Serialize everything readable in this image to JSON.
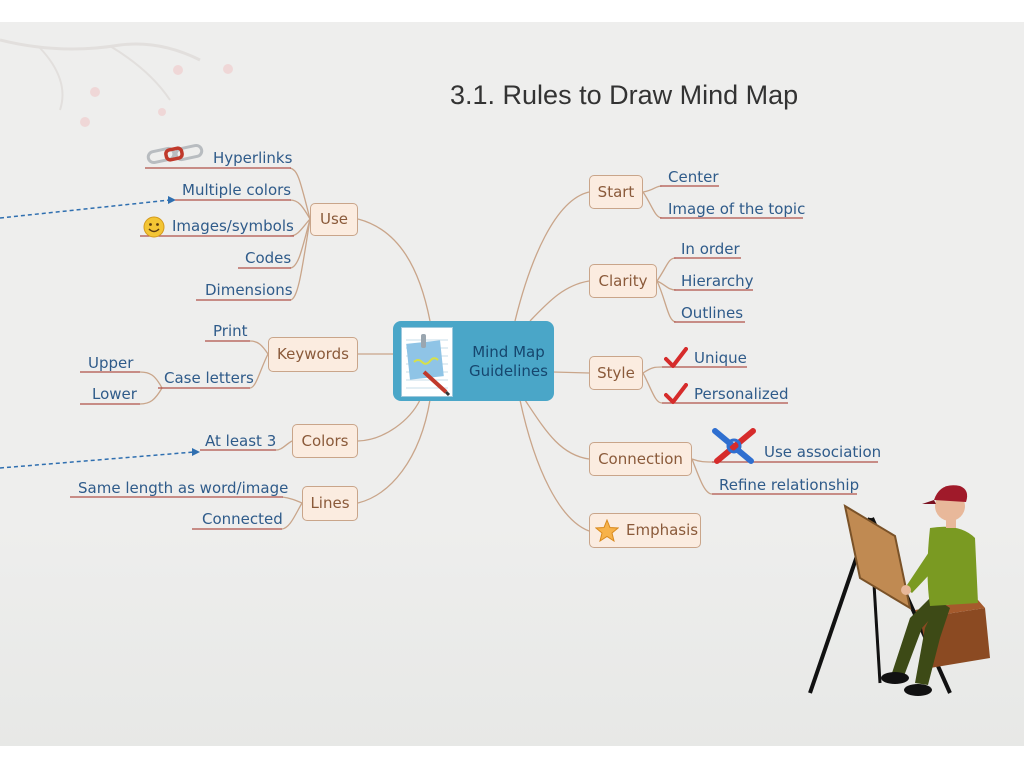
{
  "title": "3.1. Rules to Draw Mind Map",
  "central": {
    "line1": "Mind Map",
    "line2": "Guidelines"
  },
  "left": {
    "use": {
      "label": "Use",
      "items": [
        "Hyperlinks",
        "Multiple colors",
        "Images/symbols",
        "Codes",
        "Dimensions"
      ]
    },
    "keywords": {
      "label": "Keywords",
      "print": "Print",
      "case": "Case letters",
      "case_items": [
        "Upper",
        "Lower"
      ]
    },
    "colors": {
      "label": "Colors",
      "items": [
        "At least 3"
      ]
    },
    "lines": {
      "label": "Lines",
      "items": [
        "Same length as word/image",
        "Connected"
      ]
    }
  },
  "right": {
    "start": {
      "label": "Start",
      "items": [
        "Center",
        "Image of the topic"
      ]
    },
    "clarity": {
      "label": "Clarity",
      "items": [
        "In order",
        "Hierarchy",
        "Outlines"
      ]
    },
    "style": {
      "label": "Style",
      "items": [
        "Unique",
        "Personalized"
      ]
    },
    "connection": {
      "label": "Connection",
      "items": [
        "Use association",
        "Refine relationship"
      ]
    },
    "emphasis": {
      "label": "Emphasis"
    }
  },
  "colors": {
    "branch": "#c9a58a",
    "underline": "#b0524a",
    "leaf_text": "#2f5b8a",
    "node_text": "#8a5a3a",
    "central_fill": "#4aa6c8"
  },
  "icons": [
    "chain-link-icon",
    "smiley-icon",
    "checkmark-icon",
    "crossed-links-icon",
    "star-icon",
    "note-pencil-icon"
  ]
}
